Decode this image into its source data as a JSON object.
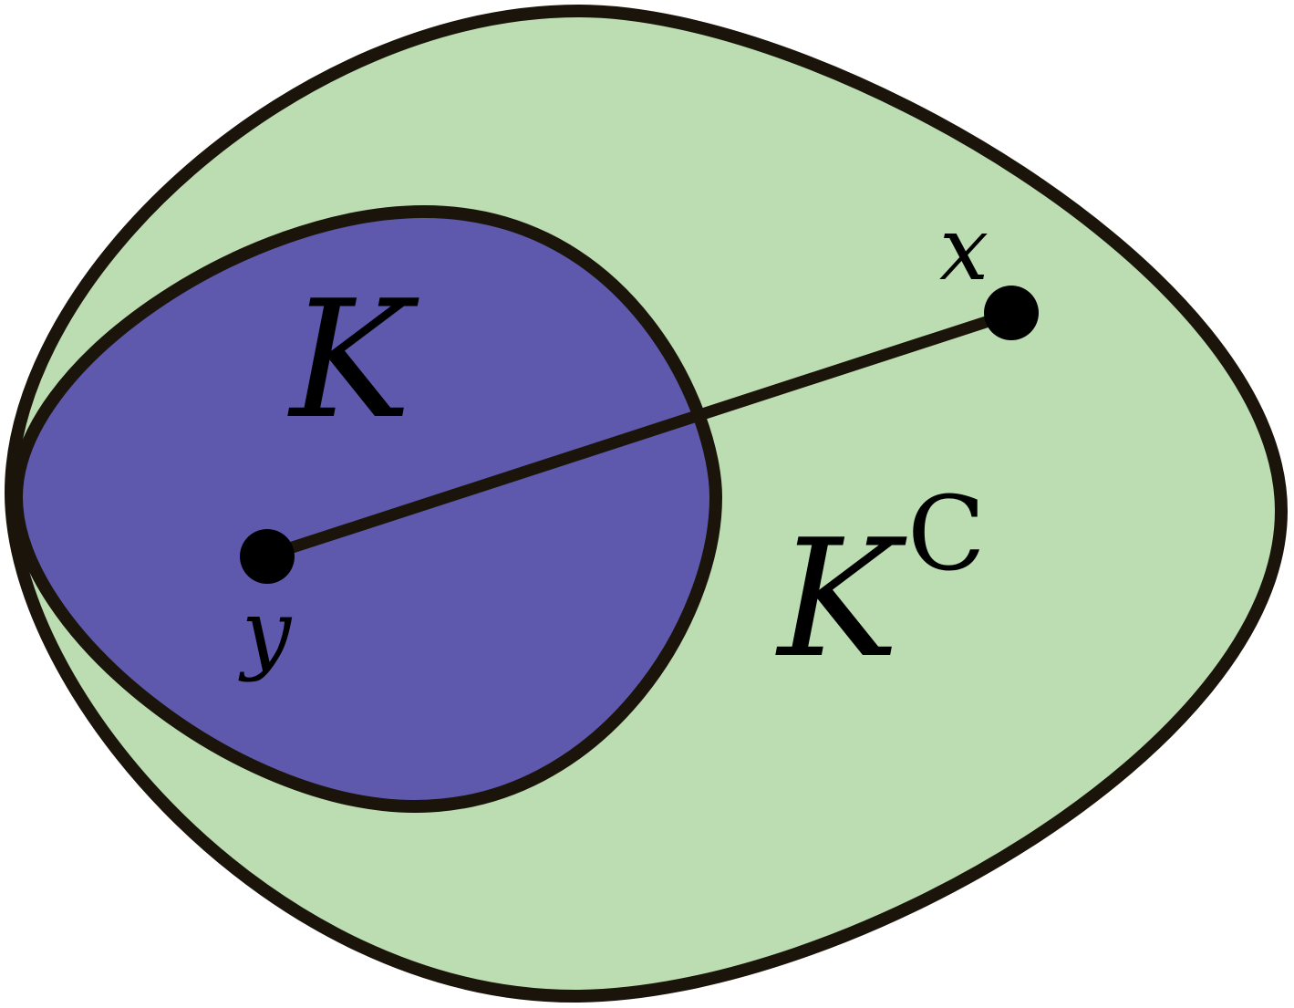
{
  "colors": {
    "outer_fill": "#bcddb2",
    "inner_fill": "#5e59ad",
    "stroke": "#1a140a",
    "point": "#000000",
    "background": "#ffffff"
  },
  "labels": {
    "set_k": "K",
    "complement_base": "K",
    "complement_sup": "C",
    "point_x": "x",
    "point_y": "y"
  }
}
